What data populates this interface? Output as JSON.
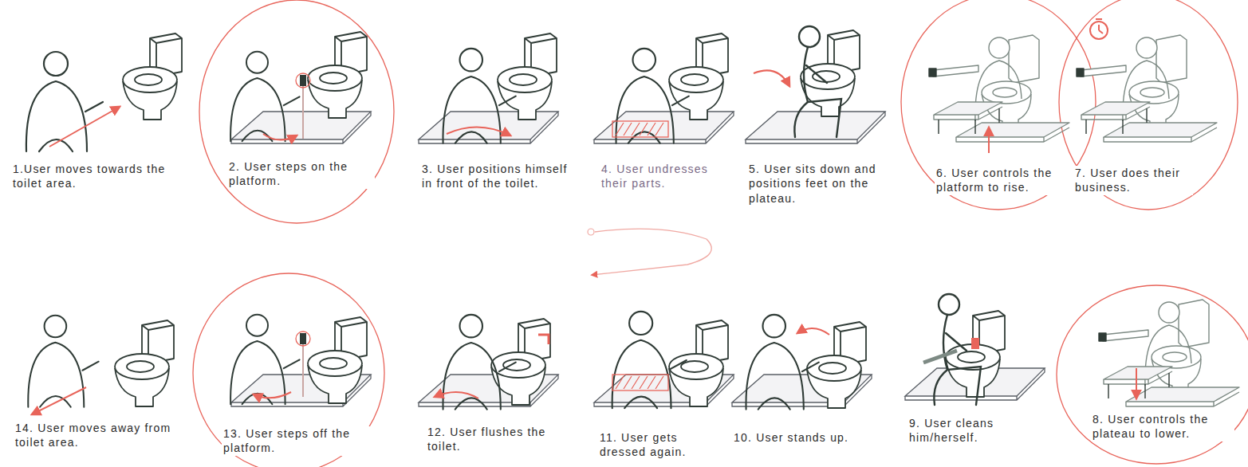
{
  "diagram": {
    "labels": [
      "1.User moves towards the toilet area.",
      "2. User steps on the platform.",
      "3. User positions himself in front of the toilet.",
      "4. User undresses their parts.",
      "5. User sits down and positions feet on the plateau.",
      "6. User controls the platform to rise.",
      "7. User does their business.",
      "14. User moves away from toilet area.",
      "13. User steps off the platform.",
      "12. User flushes the toilet.",
      "11. User gets dressed again.",
      "10. User stands up.",
      "9. User cleans him/herself.",
      "8. User controls the plateau to lower."
    ]
  }
}
